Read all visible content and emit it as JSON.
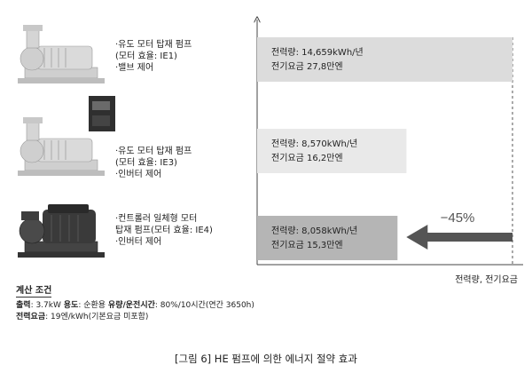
{
  "pumps": [
    {
      "lines": [
        "·유도 모터 탑재 펌프",
        "(모터 효율: IE1)",
        "·밸브 제어"
      ],
      "has_inverter": false,
      "motor_color": "#d9d9d9"
    },
    {
      "lines": [
        "·유도 모터 탑재 펌프",
        "(모터 효율: IE3)",
        "·인버터 제어"
      ],
      "has_inverter": true,
      "motor_color": "#d9d9d9"
    },
    {
      "lines": [
        "·컨트롤러 일체형 모터",
        "탑재 펌프(모터 효율: IE4)",
        "·인버터 제어"
      ],
      "has_inverter": false,
      "motor_color": "#3a3a3a"
    }
  ],
  "chart_data": {
    "type": "bar",
    "orientation": "horizontal",
    "categories": [
      "IE1 valve control",
      "IE3 inverter control",
      "IE4 integrated controller"
    ],
    "series": [
      {
        "values": [
          14659,
          8570,
          8058
        ]
      }
    ],
    "costs_10k_won": [
      27.8,
      16.2,
      15.3
    ],
    "bar_labels": [
      [
        "전력량: 14,659kWh/년",
        "전기요금 27,8만엔"
      ],
      [
        "전력량: 8,570kWh/년",
        "전기요금 16,2만엔"
      ],
      [
        "전력량: 8,058kWh/년",
        "전기요금 15,3만엔"
      ]
    ],
    "bar_colors": [
      "#dcdcdc",
      "#e9e9e9",
      "#b5b5b5"
    ],
    "xlabel": "전력량, 전기요금",
    "xlim": [
      0,
      14659
    ],
    "annotation": {
      "text": "−45%",
      "value": -45
    },
    "grid": false
  },
  "calc": {
    "title": "계산 조건",
    "line1": [
      {
        "t": "출력",
        "b": true
      },
      {
        "t": ": 3.7kW ",
        "b": false
      },
      {
        "t": "용도",
        "b": true
      },
      {
        "t": ": 순환용 ",
        "b": false
      },
      {
        "t": "유량/운전시간",
        "b": true
      },
      {
        "t": ": 80%/10시간(연간 3650h)",
        "b": false
      }
    ],
    "line2": [
      {
        "t": "전력요금",
        "b": true
      },
      {
        "t": ": 19엔/kWh(기본요금 미포함)",
        "b": false
      }
    ]
  },
  "caption": "[그림 6] HE 펌프에 의한 에너지 절약 효과"
}
